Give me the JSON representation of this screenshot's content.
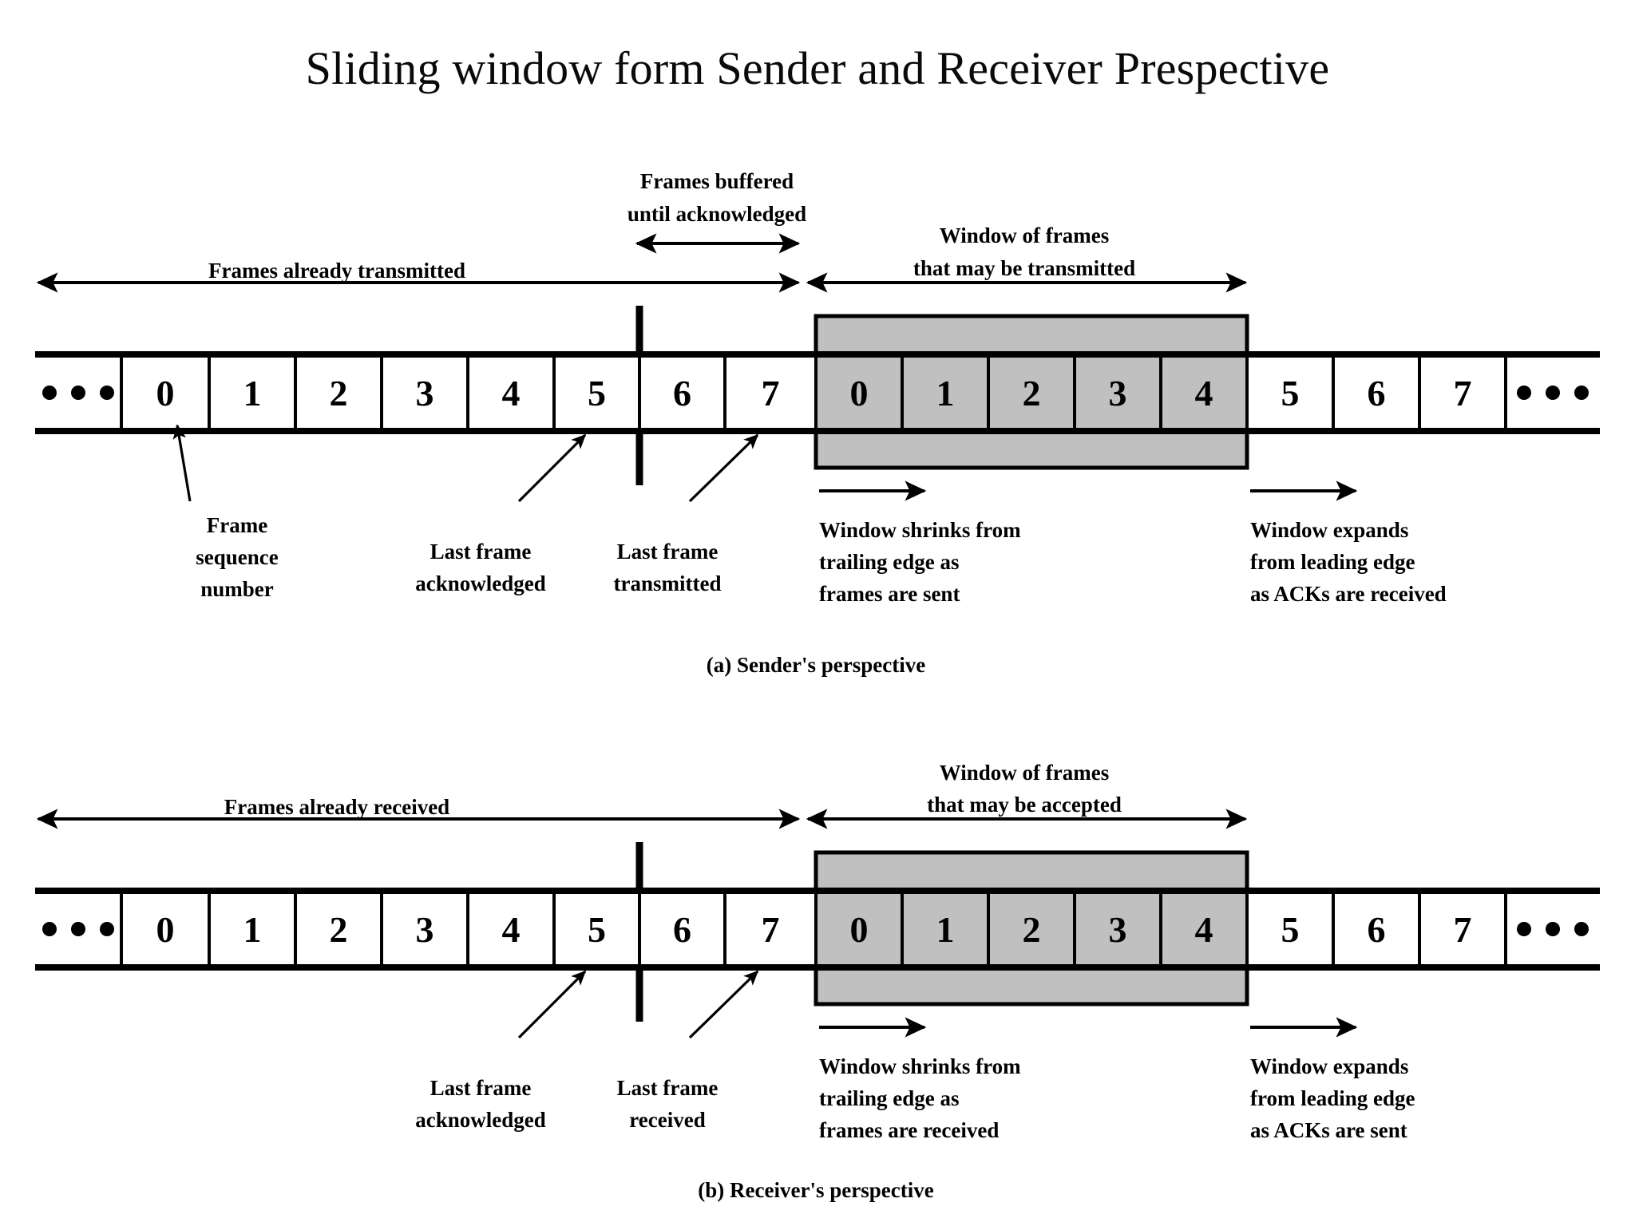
{
  "page": {
    "title": "Sliding window form Sender and Receiver Prespective",
    "background_color": "#ffffff",
    "ink_color": "#000000",
    "window_fill_color": "#c0c0c0"
  },
  "panels": [
    {
      "id": "sender",
      "caption": "(a) Sender's perspective",
      "span_label_left": "Frames already transmitted",
      "buffered_label_line1": "Frames buffered",
      "buffered_label_line2": "until acknowledged",
      "window_label_line1": "Window of frames",
      "window_label_line2": "that may be transmitted",
      "frames": [
        {
          "label": "• • •",
          "shaded": false,
          "ellipsis": true
        },
        {
          "label": "0",
          "shaded": false,
          "ellipsis": false
        },
        {
          "label": "1",
          "shaded": false,
          "ellipsis": false
        },
        {
          "label": "2",
          "shaded": false,
          "ellipsis": false
        },
        {
          "label": "3",
          "shaded": false,
          "ellipsis": false
        },
        {
          "label": "4",
          "shaded": false,
          "ellipsis": false
        },
        {
          "label": "5",
          "shaded": false,
          "ellipsis": false
        },
        {
          "label": "6",
          "shaded": false,
          "ellipsis": false
        },
        {
          "label": "7",
          "shaded": false,
          "ellipsis": false
        },
        {
          "label": "0",
          "shaded": true,
          "ellipsis": false
        },
        {
          "label": "1",
          "shaded": true,
          "ellipsis": false
        },
        {
          "label": "2",
          "shaded": true,
          "ellipsis": false
        },
        {
          "label": "3",
          "shaded": true,
          "ellipsis": false
        },
        {
          "label": "4",
          "shaded": true,
          "ellipsis": false
        },
        {
          "label": "5",
          "shaded": false,
          "ellipsis": false
        },
        {
          "label": "6",
          "shaded": false,
          "ellipsis": false
        },
        {
          "label": "7",
          "shaded": false,
          "ellipsis": false
        },
        {
          "label": "• • •",
          "shaded": false,
          "ellipsis": true
        }
      ],
      "callouts": [
        {
          "id": "frame-sequence-number",
          "lines": [
            "Frame",
            "sequence",
            "number"
          ]
        },
        {
          "id": "last-frame-acknowledged",
          "lines": [
            "Last frame",
            "acknowledged"
          ]
        },
        {
          "id": "last-frame-transmitted",
          "lines": [
            "Last frame",
            "transmitted"
          ]
        }
      ],
      "notes": [
        {
          "id": "window-shrinks",
          "lines": [
            "Window shrinks from",
            "trailing edge as",
            "frames are sent"
          ]
        },
        {
          "id": "window-expands",
          "lines": [
            "Window expands",
            "from leading edge",
            "as ACKs are received"
          ]
        }
      ]
    },
    {
      "id": "receiver",
      "caption": "(b) Receiver's perspective",
      "span_label_left": "Frames already received",
      "window_label_line1": "Window of frames",
      "window_label_line2": "that may be accepted",
      "frames": [
        {
          "label": "• • •",
          "shaded": false,
          "ellipsis": true
        },
        {
          "label": "0",
          "shaded": false,
          "ellipsis": false
        },
        {
          "label": "1",
          "shaded": false,
          "ellipsis": false
        },
        {
          "label": "2",
          "shaded": false,
          "ellipsis": false
        },
        {
          "label": "3",
          "shaded": false,
          "ellipsis": false
        },
        {
          "label": "4",
          "shaded": false,
          "ellipsis": false
        },
        {
          "label": "5",
          "shaded": false,
          "ellipsis": false
        },
        {
          "label": "6",
          "shaded": false,
          "ellipsis": false
        },
        {
          "label": "7",
          "shaded": false,
          "ellipsis": false
        },
        {
          "label": "0",
          "shaded": true,
          "ellipsis": false
        },
        {
          "label": "1",
          "shaded": true,
          "ellipsis": false
        },
        {
          "label": "2",
          "shaded": true,
          "ellipsis": false
        },
        {
          "label": "3",
          "shaded": true,
          "ellipsis": false
        },
        {
          "label": "4",
          "shaded": true,
          "ellipsis": false
        },
        {
          "label": "5",
          "shaded": false,
          "ellipsis": false
        },
        {
          "label": "6",
          "shaded": false,
          "ellipsis": false
        },
        {
          "label": "7",
          "shaded": false,
          "ellipsis": false
        },
        {
          "label": "• • •",
          "shaded": false,
          "ellipsis": true
        }
      ],
      "callouts": [
        {
          "id": "last-frame-acknowledged",
          "lines": [
            "Last frame",
            "acknowledged"
          ]
        },
        {
          "id": "last-frame-received",
          "lines": [
            "Last frame",
            "received"
          ]
        }
      ],
      "notes": [
        {
          "id": "window-shrinks",
          "lines": [
            "Window shrinks from",
            "trailing edge as",
            "frames are received"
          ]
        },
        {
          "id": "window-expands",
          "lines": [
            "Window expands",
            "from leading edge",
            "as ACKs are sent"
          ]
        }
      ]
    }
  ]
}
